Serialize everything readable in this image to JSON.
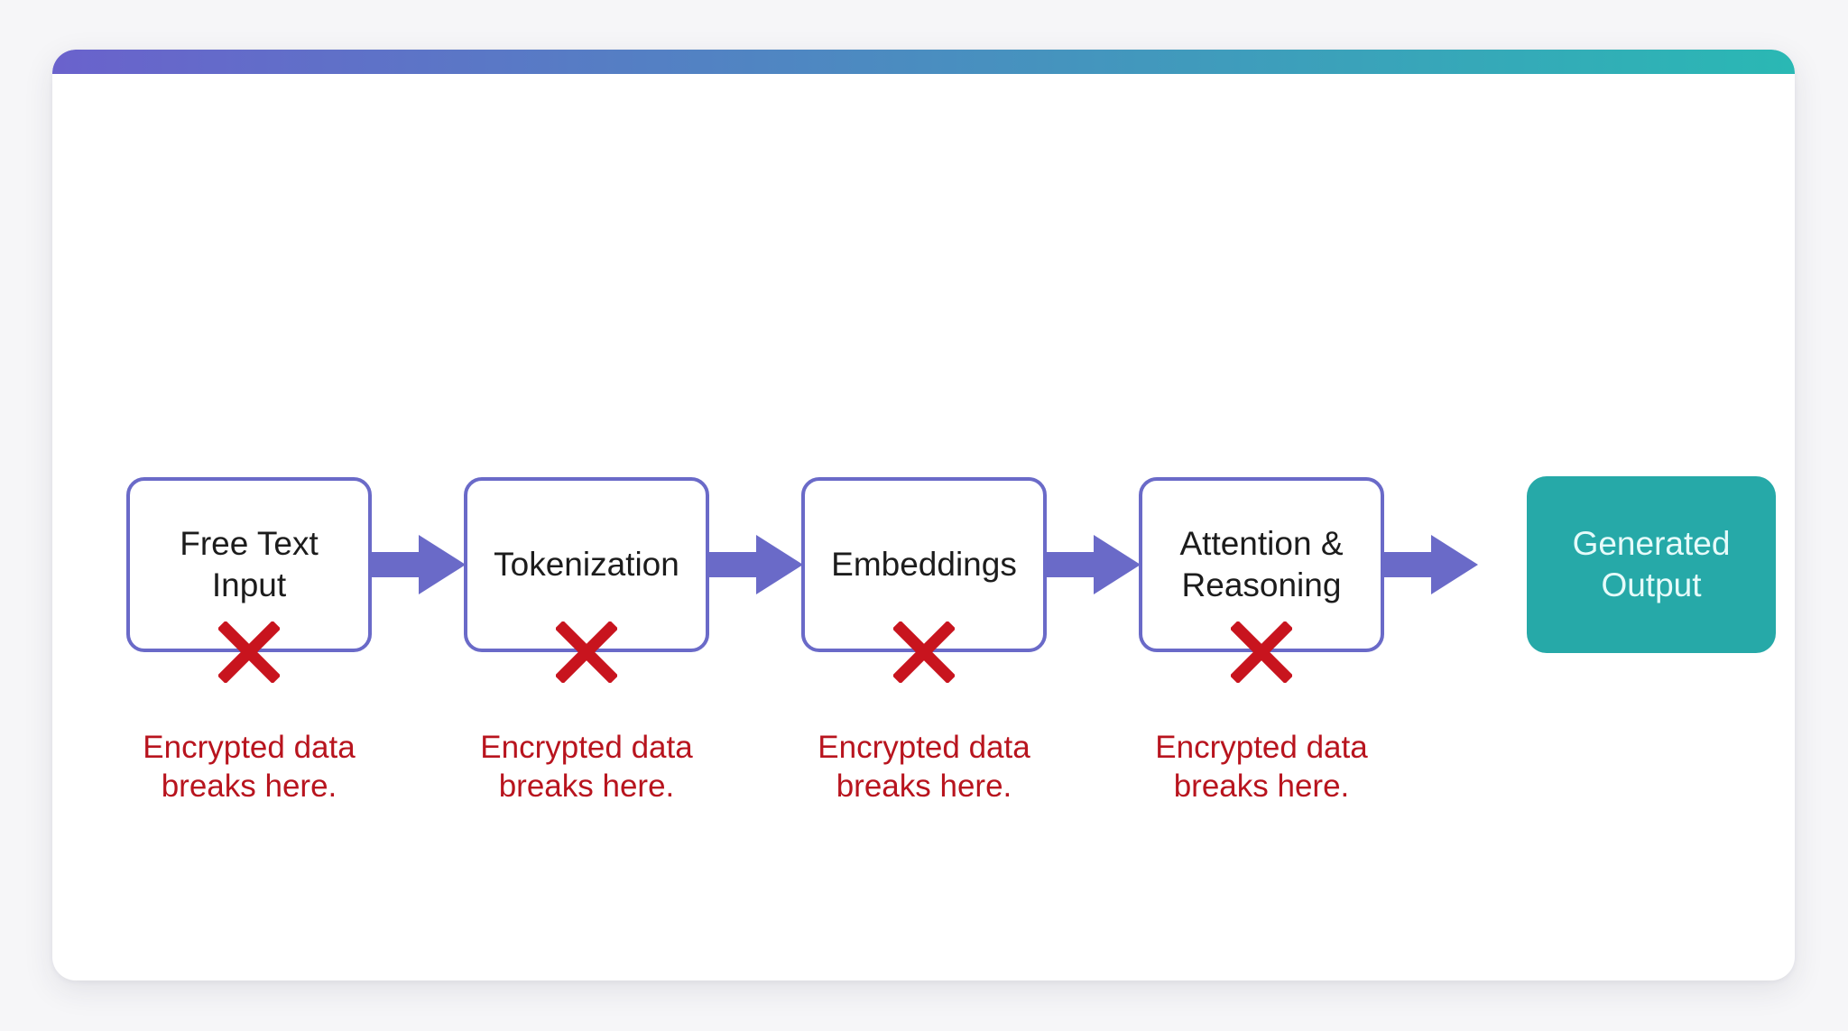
{
  "diagram": {
    "colors": {
      "accent_start": "#6a62cc",
      "accent_end": "#2ab8b4",
      "box_border": "#6a6ac8",
      "arrow": "#6a6ac8",
      "output_fill": "#26a9a8",
      "break_mark": "#c8141e",
      "break_text": "#b8141e"
    },
    "steps": [
      {
        "label": "Free Text\nInput",
        "note": "Encrypted data\nbreaks here."
      },
      {
        "label": "Tokenization",
        "note": "Encrypted data\nbreaks here."
      },
      {
        "label": "Embeddings",
        "note": "Encrypted data\nbreaks here."
      },
      {
        "label": "Attention &\nReasoning",
        "note": "Encrypted data\nbreaks here."
      }
    ],
    "output": {
      "label": "Generated\nOutput"
    },
    "icons": {
      "arrow": "right-arrow-icon",
      "break": "red-x-icon"
    }
  }
}
